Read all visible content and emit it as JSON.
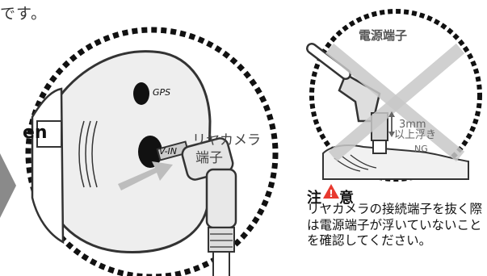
{
  "top_text": "です。",
  "left_bubble": {
    "brand_fragment": "en",
    "port_gps": "GPS",
    "port_vin": "V-IN",
    "label_rear_camera_line1": "リヤカメラ",
    "label_rear_camera_line2": "端子"
  },
  "right_bubble": {
    "label_power_terminal": "電源端子",
    "label_3mm": "3mm",
    "label_float": "以上浮き",
    "label_ng": "NG"
  },
  "caution": {
    "title_prefix": "注",
    "title_suffix": "意",
    "body": "リヤカメラの接続端子を抜く際は電源端子が浮いていないことを確認してください。"
  },
  "colors": {
    "dash_border": "#111111",
    "cross": "#c8c8c8",
    "arrow_left": "#8a8a8a",
    "device_body": "#e9e9e9"
  }
}
